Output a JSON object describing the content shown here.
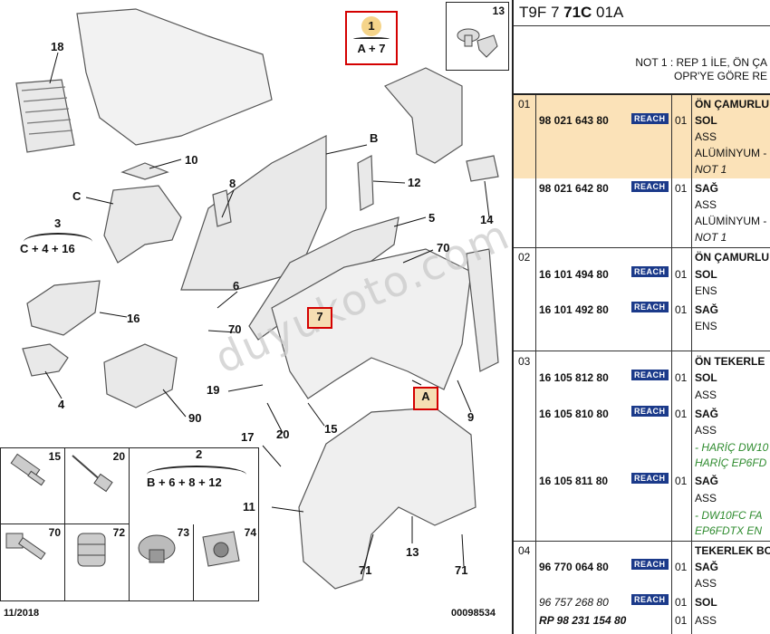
{
  "diagram": {
    "callouts": [
      {
        "id": "c18",
        "text": "18"
      },
      {
        "id": "c10",
        "text": "10"
      },
      {
        "id": "cC",
        "text": "C"
      },
      {
        "id": "c3",
        "text": "3"
      },
      {
        "id": "c16",
        "text": "16"
      },
      {
        "id": "c4",
        "text": "4"
      },
      {
        "id": "c90",
        "text": "90"
      },
      {
        "id": "c8",
        "text": "8"
      },
      {
        "id": "cB",
        "text": "B"
      },
      {
        "id": "c12",
        "text": "12"
      },
      {
        "id": "c6",
        "text": "6"
      },
      {
        "id": "c70a",
        "text": "70"
      },
      {
        "id": "c5",
        "text": "5"
      },
      {
        "id": "c70b",
        "text": "70"
      },
      {
        "id": "c19",
        "text": "19"
      },
      {
        "id": "c20",
        "text": "20"
      },
      {
        "id": "c15",
        "text": "15"
      },
      {
        "id": "c9",
        "text": "9"
      },
      {
        "id": "c14",
        "text": "14"
      },
      {
        "id": "c17",
        "text": "17"
      },
      {
        "id": "c2",
        "text": "2"
      },
      {
        "id": "c11",
        "text": "11"
      },
      {
        "id": "c13a",
        "text": "13"
      },
      {
        "id": "c71a",
        "text": "71"
      },
      {
        "id": "c71b",
        "text": "71"
      }
    ],
    "group3": "C + 4 + 16",
    "group2": "B + 6 + 8 + 12",
    "box1_top": "1",
    "box1_bottom": "A + 7",
    "box7": "7",
    "boxA": "A",
    "inset13": "13",
    "fasteners": [
      "15",
      "20",
      "70",
      "72",
      "73",
      "74"
    ],
    "date": "11/2018",
    "ref": "00098534",
    "watermark": "duyukoto.com"
  },
  "table": {
    "header_pre": "T9F 7 ",
    "header_bold": "71C",
    "header_post": " 01A",
    "note_line1": "NOT 1 : REP 1 İLE, ÖN ÇA",
    "note_line2": "OPR'YE GÖRE RE",
    "reach_label": "REACH",
    "rows": [
      {
        "ref": "01",
        "title": "ÖN ÇAMURLU",
        "parts": [
          {
            "pn": "98 021 643 80",
            "qty": "01",
            "lines": [
              "SOL",
              "ASS",
              "ALÜMİNYUM -",
              "NOT 1"
            ]
          },
          {
            "pn": "98 021 642 80",
            "qty": "01",
            "lines": [
              "SAĞ",
              "ASS",
              "ALÜMİNYUM -",
              "NOT 1"
            ]
          }
        ]
      },
      {
        "ref": "02",
        "title": "ÖN ÇAMURLU",
        "parts": [
          {
            "pn": "16 101 494 80",
            "qty": "01",
            "lines": [
              "SOL",
              "ENS"
            ]
          },
          {
            "pn": "16 101 492 80",
            "qty": "01",
            "lines": [
              "SAĞ",
              "ENS"
            ]
          }
        ]
      },
      {
        "ref": "03",
        "title": "ÖN TEKERLE",
        "parts": [
          {
            "pn": "16 105 812 80",
            "qty": "01",
            "lines": [
              "SOL",
              "ASS"
            ]
          },
          {
            "pn": "16 105 810 80",
            "qty": "01",
            "lines": [
              "SAĞ",
              "ASS",
              "- HARİÇ DW10",
              "HARİÇ EP6FD"
            ]
          },
          {
            "pn": "16 105 811 80",
            "qty": "01",
            "lines": [
              "SAĞ",
              "ASS",
              "- DW10FC FA",
              "EP6FDTX EN"
            ]
          }
        ]
      },
      {
        "ref": "04",
        "title": "TEKERLEK BO",
        "parts": [
          {
            "pn": "96 770 064 80",
            "qty": "01",
            "lines": [
              "SAĞ",
              "ASS"
            ]
          },
          {
            "pn": "96 757 268 80",
            "qty": "01",
            "lines": [
              "SOL"
            ]
          },
          {
            "pn": "RP 98 231 154 80",
            "qty": "01",
            "lines": [
              "ASS"
            ]
          }
        ]
      }
    ]
  }
}
